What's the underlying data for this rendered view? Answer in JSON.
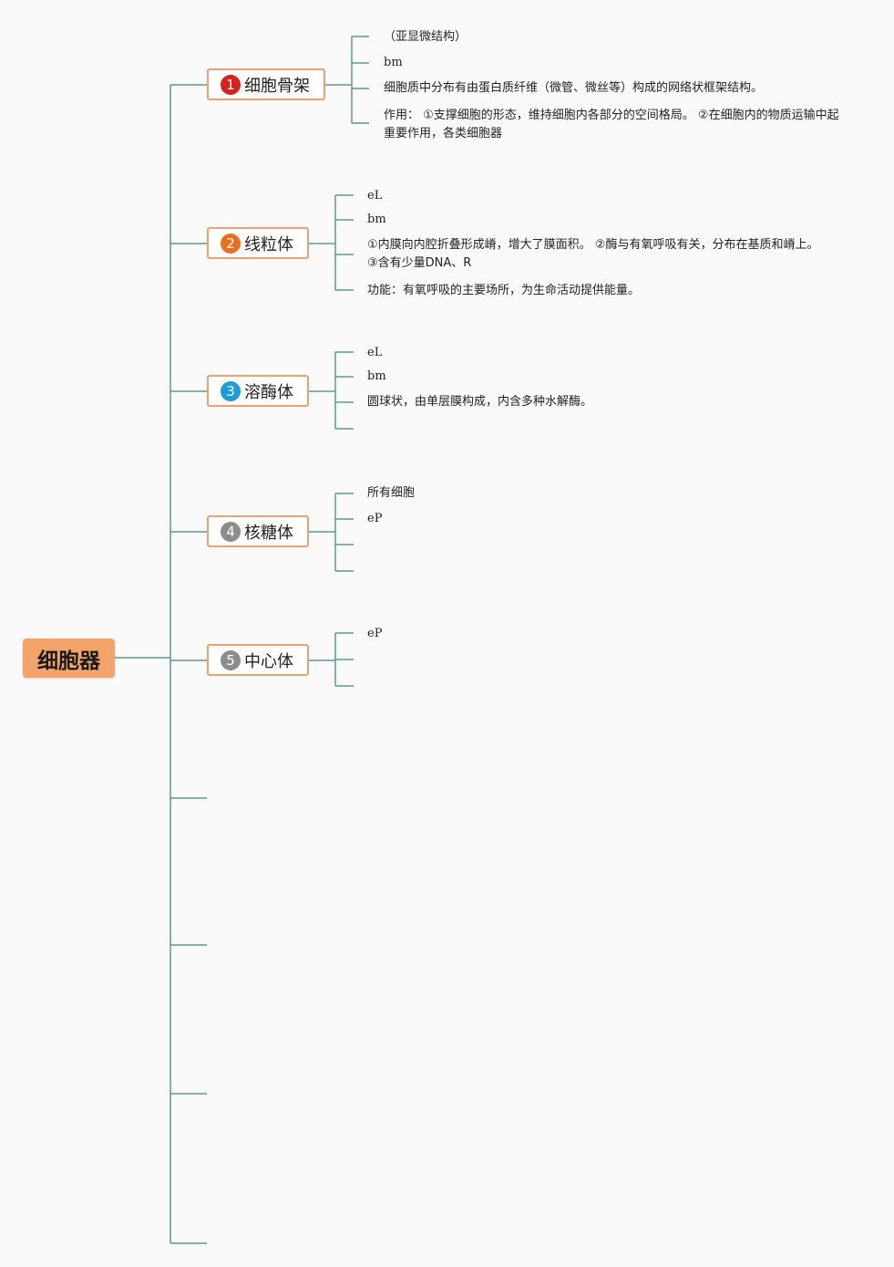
{
  "root": {
    "label": "细胞器"
  },
  "topics": [
    {
      "label": "细胞骨架",
      "number": "1",
      "badge_color": "#d6211c",
      "leaves": [
        "（亚显微结构）",
        "bm",
        "细胞质中分布有由蛋白质纤维（微管、微丝等）构成的网络状框架结构。",
        "作用：  ①支撑细胞的形态，维持细胞内各部分的空间格局。  ②在细胞内的物质运输中起重要作用，各类细胞器"
      ]
    },
    {
      "label": "线粒体",
      "number": "2",
      "badge_color": "#e8701f",
      "leaves": [
        "eL",
        "bm",
        "①内膜向内腔折叠形成嵴，增大了膜面积。  ②酶与有氧呼吸有关，分布在基质和嵴上。  ③含有少量DNA、R",
        "功能：有氧呼吸的主要场所，为生命活动提供能量。"
      ]
    },
    {
      "label": "溶酶体",
      "number": "3",
      "badge_color": "#1e9ad6",
      "leaves": [
        "eL",
        "bm",
        "圆球状，由单层膜构成，内含多种水解酶。",
        ""
      ]
    },
    {
      "label": "核糖体",
      "number": "4",
      "badge_color": "#8c8c8c",
      "leaves": [
        "所有细胞",
        "eP",
        "",
        ""
      ]
    },
    {
      "label": "中心体",
      "number": "5",
      "badge_color": "#8c8c8c",
      "leaves": [
        "eP",
        "",
        ""
      ]
    }
  ],
  "colors": {
    "line": "#5d9a8a",
    "topic_border": "#f0a070",
    "root_fill": "#f3a46b"
  }
}
